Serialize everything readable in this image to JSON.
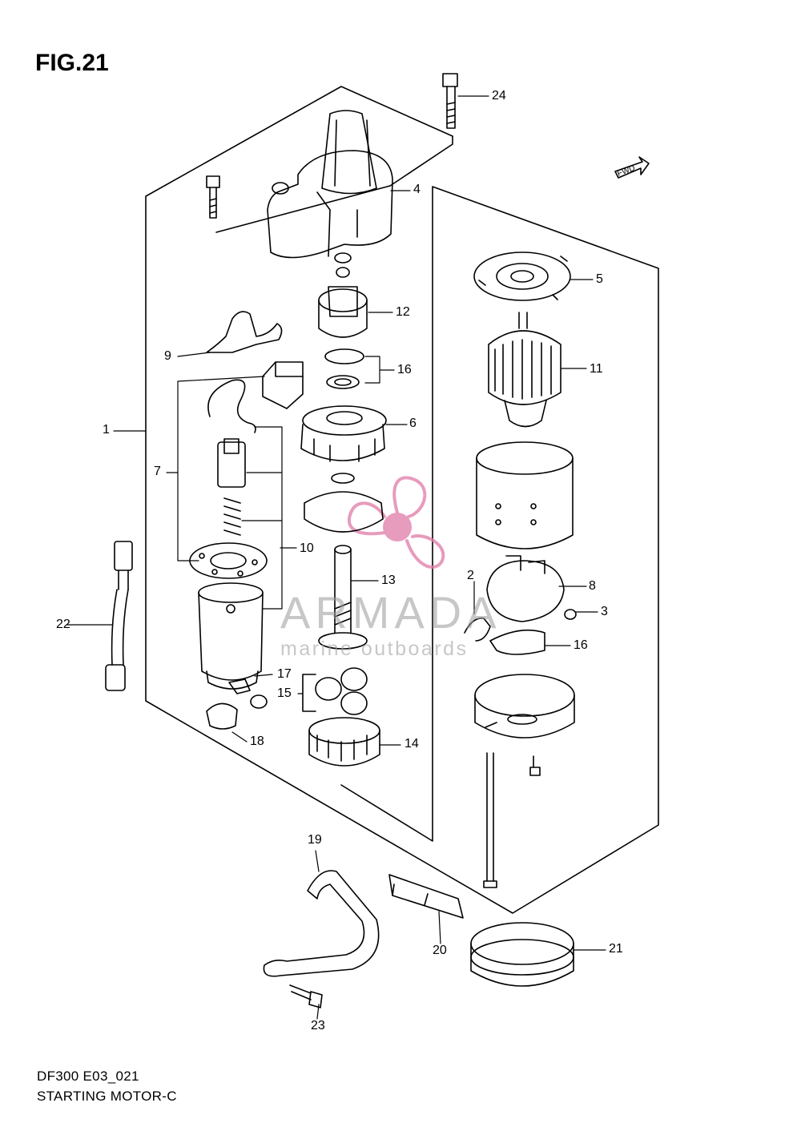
{
  "figure": {
    "title": "FIG.21"
  },
  "footer": {
    "model_code": "DF300 E03_021",
    "section_name": "STARTING MOTOR-C"
  },
  "direction_badge": "FWD",
  "watermark": {
    "brand": "ARMADA",
    "tagline": "marine outboards",
    "accent_color": "#e07aa8"
  },
  "callouts": [
    "1",
    "2",
    "3",
    "4",
    "5",
    "6",
    "7",
    "8",
    "9",
    "10",
    "11",
    "12",
    "13",
    "14",
    "15",
    "16",
    "16",
    "17",
    "18",
    "19",
    "20",
    "21",
    "22",
    "23",
    "24"
  ],
  "colors": {
    "line": "#000000",
    "background": "#ffffff"
  }
}
